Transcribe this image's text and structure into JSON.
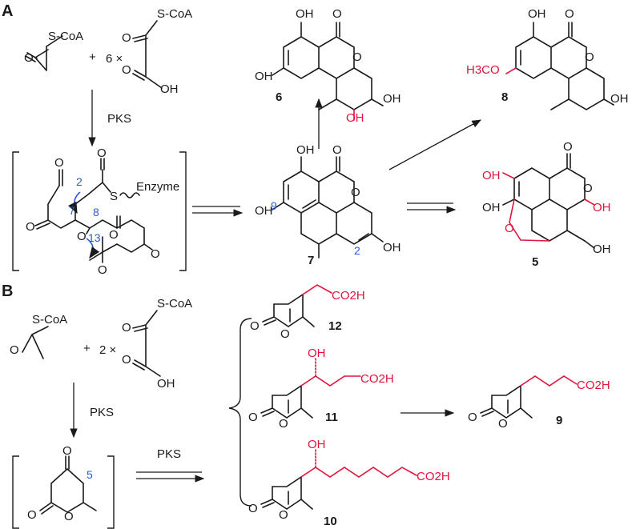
{
  "panels": {
    "a": "A",
    "b": "B"
  },
  "reagents": {
    "scoa": "S-CoA",
    "plus": "+",
    "six_x": "6 ×",
    "two_x": "2 ×",
    "pks": "PKS",
    "enzyme": "Enzyme",
    "s_atom": "S"
  },
  "atoms": {
    "oh": "OH",
    "o": "O",
    "h3co": "H3CO",
    "co2h": "CO2H"
  },
  "position_numbers": [
    "2",
    "7",
    "8",
    "13",
    "9",
    "2",
    "5"
  ],
  "compounds": [
    "6",
    "8",
    "7",
    "5",
    "12",
    "11",
    "9",
    "10"
  ]
}
